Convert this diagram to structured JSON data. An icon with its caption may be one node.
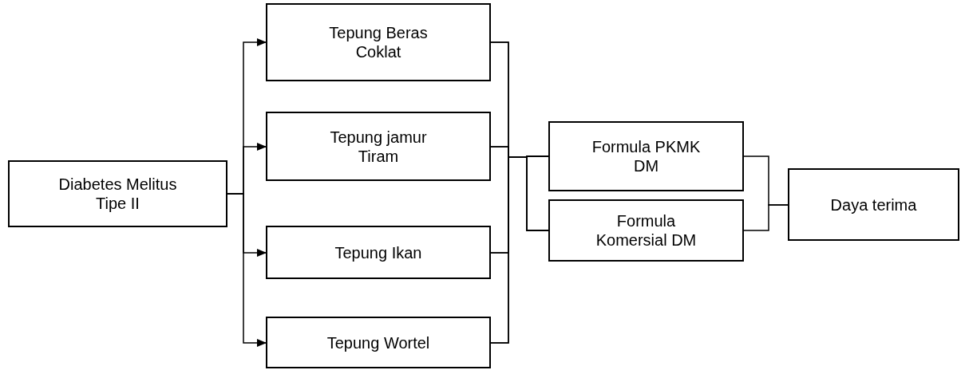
{
  "diagram": {
    "nodes": [
      {
        "text": [
          "Diabetes Melitus Tipe II"
        ]
      },
      {
        "text": [
          "Tepung Beras Coklat"
        ]
      },
      {
        "text": [
          "Tepung jamur Tiram"
        ]
      },
      {
        "text": [
          "Tepung Ikan"
        ]
      },
      {
        "text": [
          "Tepung Wortel"
        ]
      },
      {
        "text": [
          "Formula PKMK DM"
        ]
      },
      {
        "text": [
          "Formula Komersial DM"
        ]
      },
      {
        "text": [
          "Daya terima"
        ]
      }
    ],
    "edges": [
      {
        "from": 0,
        "to": 1,
        "arrow": "to"
      },
      {
        "from": 0,
        "to": 2,
        "arrow": "to"
      },
      {
        "from": 0,
        "to": 3,
        "arrow": "to"
      },
      {
        "from": 0,
        "to": 4,
        "arrow": "to"
      },
      {
        "from": 1,
        "to": 5,
        "arrow": "none"
      },
      {
        "from": 2,
        "to": 5,
        "arrow": "none"
      },
      {
        "from": 3,
        "to": 5,
        "arrow": "none"
      },
      {
        "from": 4,
        "to": 5,
        "arrow": "none"
      },
      {
        "from": 1,
        "to": 6,
        "arrow": "none"
      },
      {
        "from": 2,
        "to": 6,
        "arrow": "none"
      },
      {
        "from": 3,
        "to": 6,
        "arrow": "none"
      },
      {
        "from": 4,
        "to": 6,
        "arrow": "none"
      },
      {
        "from": 5,
        "to": 7,
        "arrow": "none"
      },
      {
        "from": 6,
        "to": 7,
        "arrow": "none"
      }
    ]
  }
}
